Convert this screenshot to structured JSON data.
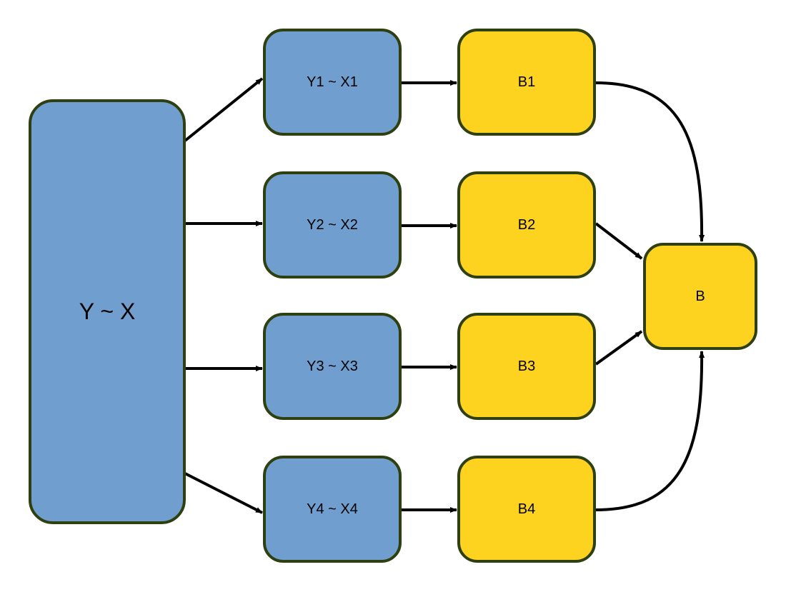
{
  "colors": {
    "blue_node": "#6f9ecf",
    "yellow_node": "#fdd31f",
    "node_border": "#2f4010",
    "edge": "#000000",
    "background": "#ffffff"
  },
  "nodes": {
    "root": "Y ~ X",
    "sub1": "Y1 ~ X1",
    "sub2": "Y2 ~ X2",
    "sub3": "Y3 ~ X3",
    "sub4": "Y4 ~ X4",
    "b1": "B1",
    "b2": "B2",
    "b3": "B3",
    "b4": "B4",
    "b": "B"
  },
  "edges": [
    {
      "from": "root",
      "to": "sub1"
    },
    {
      "from": "root",
      "to": "sub2"
    },
    {
      "from": "root",
      "to": "sub3"
    },
    {
      "from": "root",
      "to": "sub4"
    },
    {
      "from": "sub1",
      "to": "b1"
    },
    {
      "from": "sub2",
      "to": "b2"
    },
    {
      "from": "sub3",
      "to": "b3"
    },
    {
      "from": "sub4",
      "to": "b4"
    },
    {
      "from": "b1",
      "to": "b"
    },
    {
      "from": "b2",
      "to": "b"
    },
    {
      "from": "b3",
      "to": "b"
    },
    {
      "from": "b4",
      "to": "b"
    }
  ]
}
